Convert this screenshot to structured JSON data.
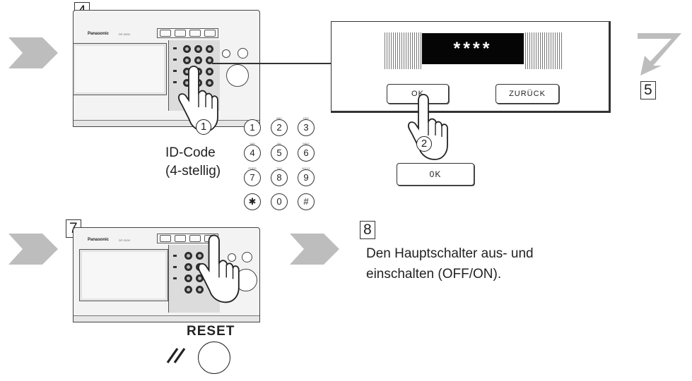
{
  "steps": {
    "s4": "4",
    "s5": "5",
    "s7": "7",
    "s8": "8"
  },
  "panel": {
    "brand": "Panasonic",
    "model": "DP-2000"
  },
  "callouts": {
    "one": "1",
    "two": "2"
  },
  "id_code": {
    "line1": "ID-Code",
    "line2": "(4-stellig)"
  },
  "keypad": {
    "keys": [
      {
        "label": "1",
        "sub": ""
      },
      {
        "label": "2",
        "sub": "ABC"
      },
      {
        "label": "3",
        "sub": "DEF"
      },
      {
        "label": "4",
        "sub": "GHI"
      },
      {
        "label": "5",
        "sub": "JKL"
      },
      {
        "label": "6",
        "sub": "MNO"
      },
      {
        "label": "7",
        "sub": "PQRS"
      },
      {
        "label": "8",
        "sub": "TUV"
      },
      {
        "label": "9",
        "sub": "WXYZ"
      },
      {
        "label": "✱",
        "sub": ""
      },
      {
        "label": "0",
        "sub": ""
      },
      {
        "label": "#",
        "sub": ""
      }
    ]
  },
  "dialog": {
    "code": "****",
    "ok": "OK",
    "back": "ZURÜCK"
  },
  "ok_button": "0K",
  "instruction": {
    "line1": "Den Hauptschalter aus- und",
    "line2": "einschalten (OFF/ON)."
  },
  "reset": {
    "label": "RESET",
    "icon": "reset-slash-icon"
  },
  "colors": {
    "arrow": "#bdbdbd",
    "display": "#050505"
  }
}
